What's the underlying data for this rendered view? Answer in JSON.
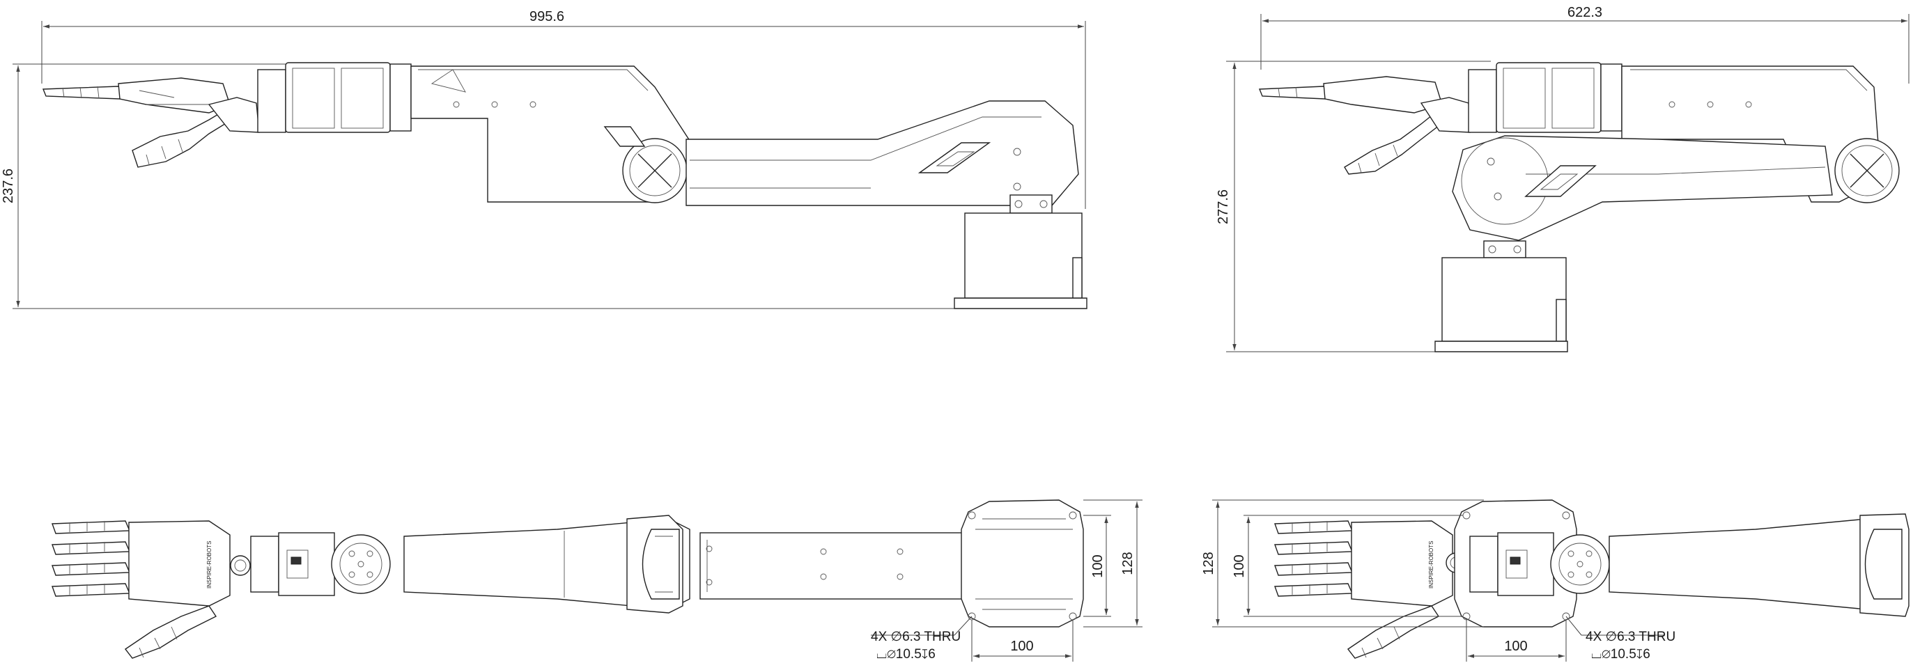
{
  "dimensions": {
    "side_extended_width": "995.6",
    "side_extended_height": "237.6",
    "side_folded_width": "622.3",
    "side_folded_height": "277.6",
    "top_extended_base_inner": "100",
    "top_extended_base_outer": "128",
    "top_extended_base_length": "100",
    "top_folded_base_inner": "100",
    "top_folded_base_outer": "128",
    "top_folded_base_length": "100"
  },
  "notes": {
    "holes_line1": "4X ∅6.3 THRU",
    "holes_line2": "⌴∅10.5↧6"
  },
  "logo_text": "INSPIRE-ROBOTS"
}
